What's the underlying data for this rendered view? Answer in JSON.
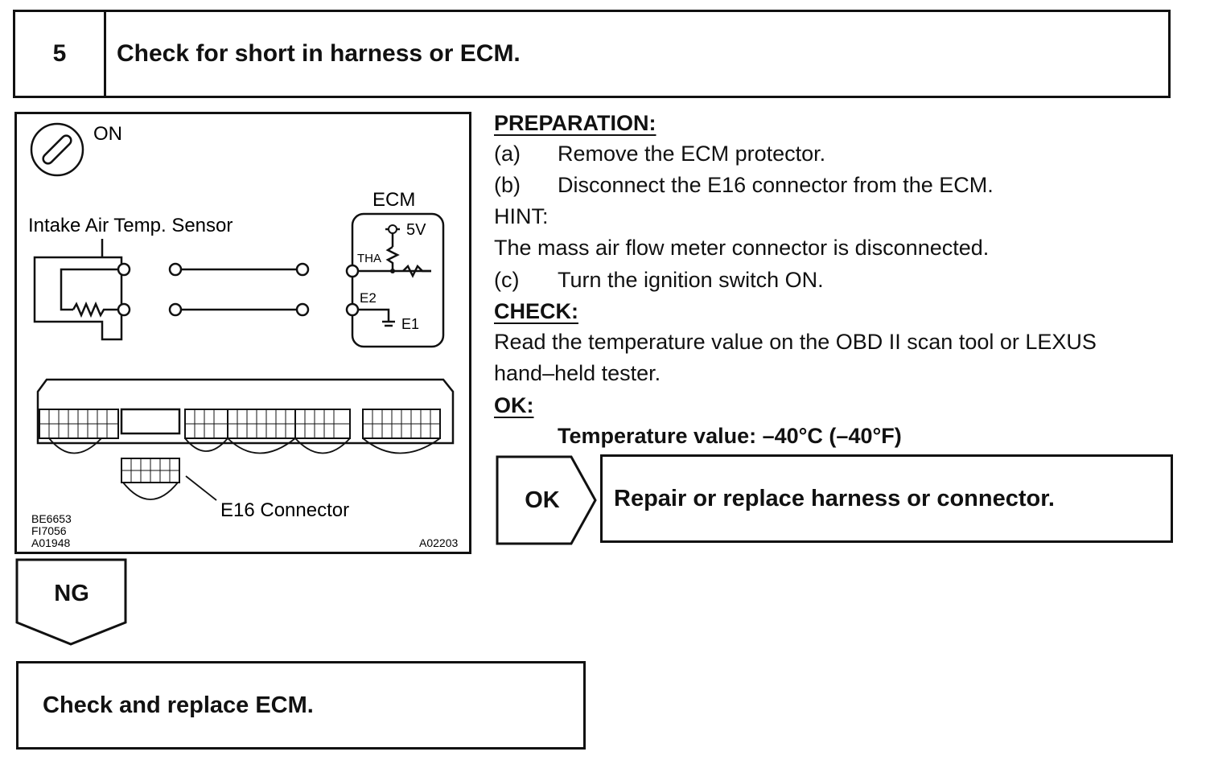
{
  "step": {
    "number": "5",
    "title": "Check for short in harness or ECM."
  },
  "diagram": {
    "switch_label": "ON",
    "ecm_label": "ECM",
    "sensor_label": "Intake Air Temp. Sensor",
    "v5_label": "5V",
    "tha_label": "THA",
    "e2_label": "E2",
    "e1_label": "E1",
    "connector_label": "E16 Connector",
    "ref_codes": [
      "BE6653",
      "FI7056",
      "A01948"
    ],
    "figure_code": "A02203"
  },
  "procedure": {
    "preparation_heading": "PREPARATION:",
    "steps": [
      {
        "letter": "(a)",
        "text": "Remove the ECM protector."
      },
      {
        "letter": "(b)",
        "text": "Disconnect the E16 connector from the ECM."
      }
    ],
    "hint_heading": "HINT:",
    "hint_text": "The mass air flow meter connector is disconnected.",
    "step_c": {
      "letter": "(c)",
      "text": "Turn the ignition switch ON."
    },
    "check_heading": "CHECK:",
    "check_line1": "Read the temperature value on the OBD II scan tool or LEXUS",
    "check_line2": "hand–held tester.",
    "ok_heading": "OK:",
    "ok_spec": "Temperature value: –40°C (–40°F)"
  },
  "ok_result": {
    "label": "OK",
    "action": "Repair or replace harness or connector."
  },
  "ng_result": {
    "label": "NG",
    "action": "Check and replace ECM."
  }
}
